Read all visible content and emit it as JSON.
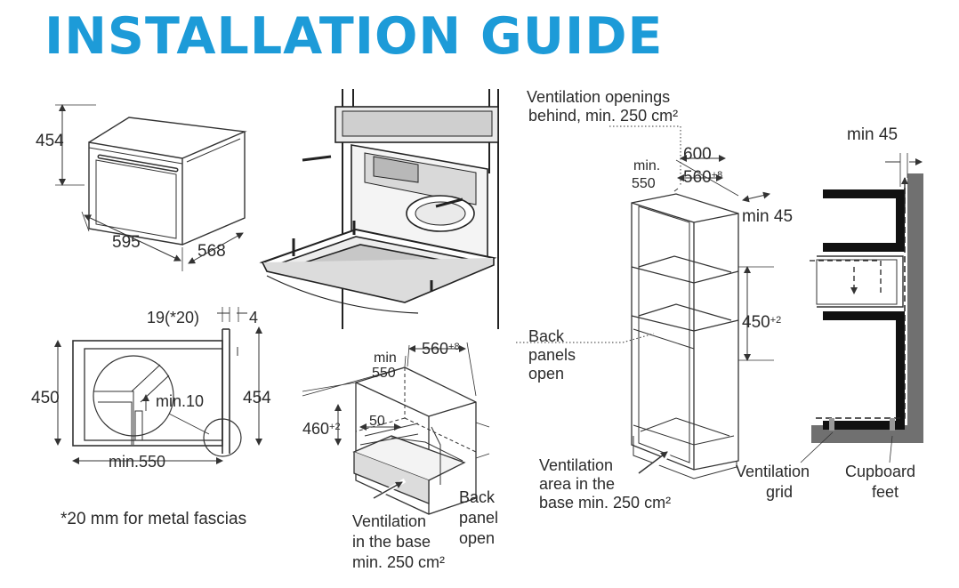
{
  "title": "INSTALLATION GUIDE",
  "labels": {
    "oven_height": "454",
    "oven_width": "595",
    "oven_depth": "568",
    "fascia_19": "19(*20)",
    "fascia_4": "4",
    "side_450": "450",
    "side_454": "454",
    "side_min10": "min.10",
    "side_min550": "min.550",
    "footnote": "*20 mm for metal fascias",
    "cab_min": "min",
    "cab_550": "550",
    "cab_560": "560",
    "cab_560_sup": "+8",
    "cab_460": "460",
    "cab_460_sup": "+2",
    "cab_50": "50",
    "vent_base_1": "Ventilation",
    "vent_base_2": "in the base",
    "vent_base_3": "min. 250 cm²",
    "back_panel_1": "Back",
    "back_panel_2": "panel",
    "back_panel_3": "open",
    "vent_open_1": "Ventilation openings",
    "vent_open_2": "behind, min. 250 cm²",
    "tall_600": "600",
    "tall_min": "min.",
    "tall_550": "550",
    "tall_560": "560",
    "tall_560_sup": "+8",
    "tall_min45": "min 45",
    "tall_450": "450",
    "tall_450_sup": "+2",
    "back_panels_1": "Back",
    "back_panels_2": "panels",
    "back_panels_3": "open",
    "vent_area_1": "Ventilation",
    "vent_area_2": "area in the",
    "vent_area_3": "base min. 250 cm²",
    "sec_min45": "min 45",
    "vent_grid_1": "Ventilation",
    "vent_grid_2": "grid",
    "cup_feet_1": "Cupboard",
    "cup_feet_2": "feet"
  }
}
